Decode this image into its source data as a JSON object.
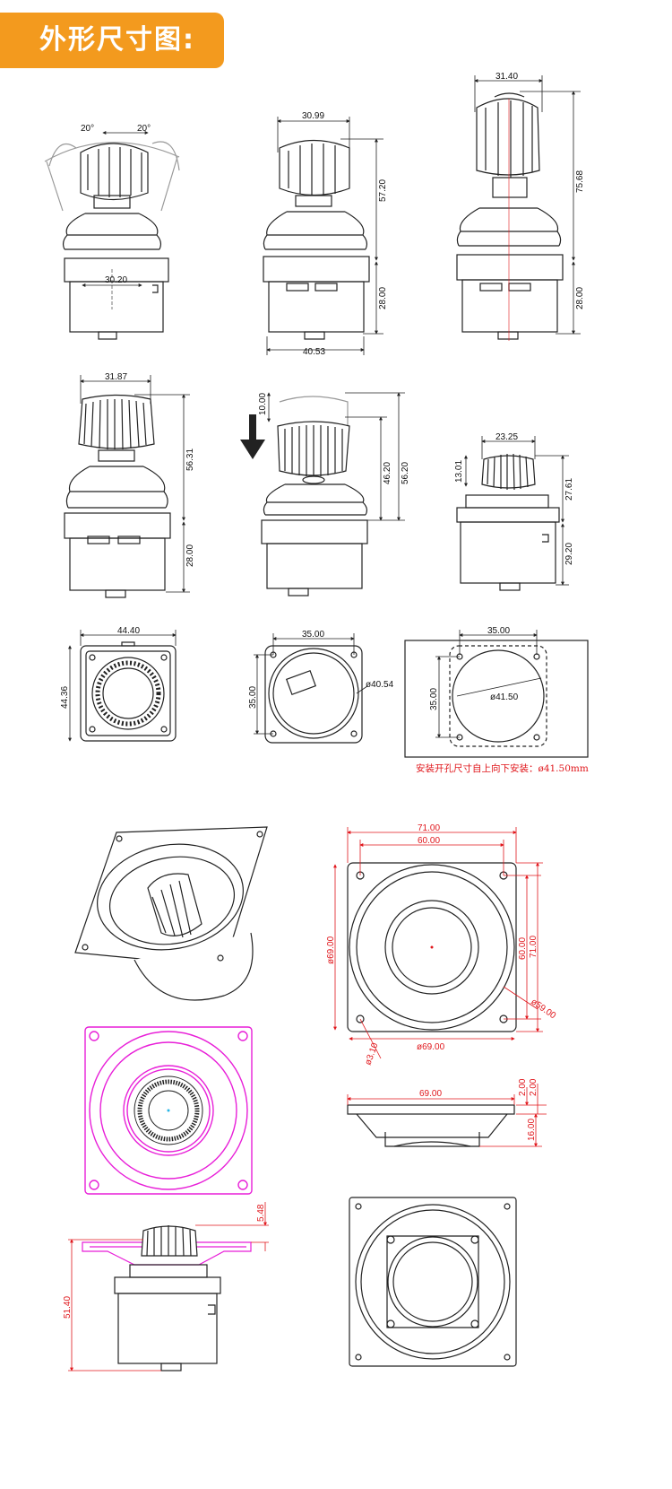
{
  "header": {
    "title": "外形尺寸图:"
  },
  "dims": {
    "d1_angle_left": "20°",
    "d1_angle_right": "20°",
    "d1_width": "30.20",
    "d2_top": "30.99",
    "d2_height": "57.20",
    "d2_base": "28.00",
    "d2_bottom": "40.53",
    "d3_top": "31.40",
    "d3_height": "75.68",
    "d3_base": "28.00",
    "d4_top": "31.87",
    "d4_height": "56.31",
    "d4_base": "28.00",
    "d5_press": "10.00",
    "d5_h1": "46.20",
    "d5_h2": "56.20",
    "d6_top": "23.25",
    "d6_knob": "13.01",
    "d6_h": "27.61",
    "d6_base": "29.20",
    "t1_w": "44.40",
    "t1_h": "44.36",
    "t2_w": "35.00",
    "t2_h": "35.00",
    "t2_d": "ø40.54",
    "t3_w": "35.00",
    "t3_h": "35.00",
    "t3_d": "ø41.50",
    "t3_note": "安装开孔尺寸自上向下安装：ø41.50mm",
    "r_71": "71.00",
    "r_60": "60.00",
    "r_69v": "ø69.00",
    "r_60v": "60.00",
    "r_71v": "71.00",
    "r_59": "ø59.00",
    "r_69b": "ø69.00",
    "r_hole": "ø3.10",
    "s_69": "69.00",
    "s_2a": "2.00",
    "s_2b": "2.00",
    "s_16": "16.00",
    "p_548": "5.48",
    "p_5140": "51.40"
  },
  "colors": {
    "accent": "#f39a1e",
    "red": "#e0161b",
    "magenta": "#e81fd8",
    "line": "#222222"
  }
}
